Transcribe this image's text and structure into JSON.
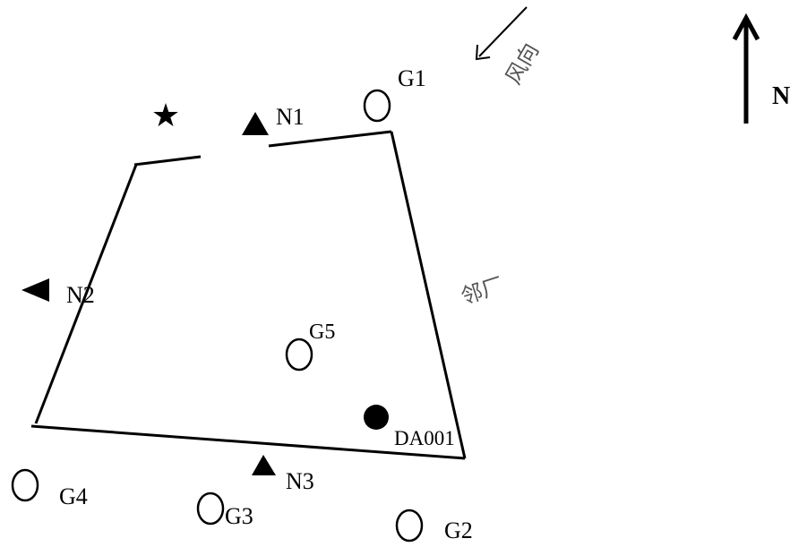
{
  "wind": {
    "label": "风向"
  },
  "north": {
    "label": "N"
  },
  "neighbor": {
    "label": "邻厂"
  },
  "monitoring_points": {
    "g1": "G1",
    "g2": "G2",
    "g3": "G3",
    "g4": "G4",
    "g5": "G5",
    "n1": "N1",
    "n2": "N2",
    "n3": "N3",
    "da001": "DA001"
  }
}
